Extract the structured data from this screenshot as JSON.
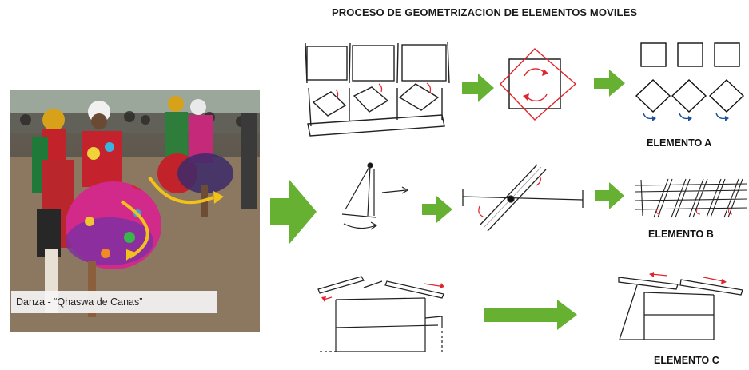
{
  "title": "PROCESO DE GEOMETRIZACION  DE ELEMENTOS MOVILES",
  "photo": {
    "caption": "Danza - “Qhaswa de Canas”"
  },
  "elements": [
    {
      "label": "ELEMENTO A"
    },
    {
      "label": "ELEMENTO B"
    },
    {
      "label": "ELEMENTO C"
    }
  ],
  "colors": {
    "arrow": "#66b132",
    "sketch_red": "#e0252c",
    "sketch_blue": "#1f4f9a",
    "photo_arrow": "#f2c21a"
  }
}
